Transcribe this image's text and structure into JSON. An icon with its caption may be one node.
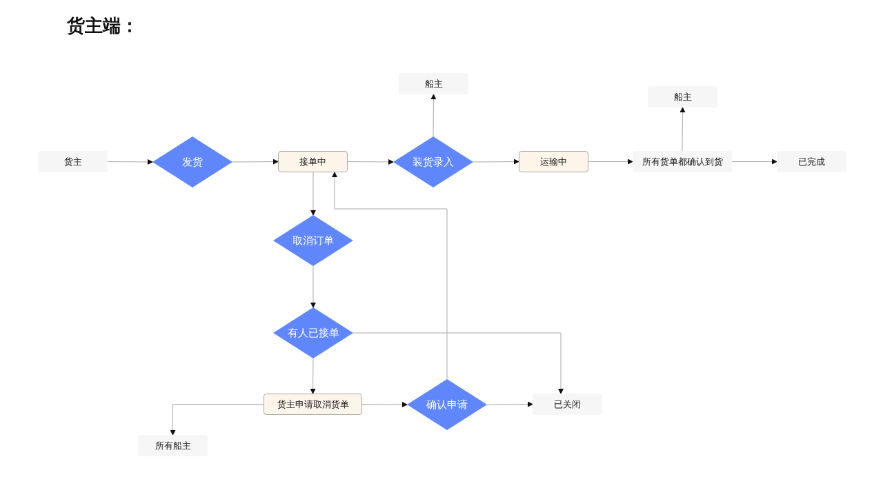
{
  "diagram": {
    "title": "货主端：",
    "nodes": [
      {
        "text": [
          "货主"
        ]
      },
      {
        "text": [
          "发货"
        ]
      },
      {
        "text": [
          "接单中"
        ]
      },
      {
        "text": [
          "装货录入"
        ]
      },
      {
        "text": [
          "船主"
        ]
      },
      {
        "text": [
          "运输中"
        ]
      },
      {
        "text": [
          "所有货单都确认到货"
        ]
      },
      {
        "text": [
          "船主"
        ]
      },
      {
        "text": [
          "已完成"
        ]
      },
      {
        "text": [
          "取消订单"
        ]
      },
      {
        "text": [
          "有人已接单"
        ]
      },
      {
        "text": [
          "货主申请取消货单"
        ]
      },
      {
        "text": [
          "确认申请"
        ]
      },
      {
        "text": [
          "已关闭"
        ]
      },
      {
        "text": [
          "所有船主"
        ]
      }
    ],
    "edges": [
      {
        "from": 0,
        "to": 1,
        "arrow": "to"
      },
      {
        "from": 1,
        "to": 2,
        "arrow": "to"
      },
      {
        "from": 2,
        "to": 3,
        "arrow": "to"
      },
      {
        "from": 3,
        "to": 4,
        "arrow": "to"
      },
      {
        "from": 3,
        "to": 5,
        "arrow": "to"
      },
      {
        "from": 5,
        "to": 6,
        "arrow": "to"
      },
      {
        "from": 6,
        "to": 7,
        "arrow": "to"
      },
      {
        "from": 6,
        "to": 8,
        "arrow": "to"
      },
      {
        "from": 2,
        "to": 9,
        "arrow": "to"
      },
      {
        "from": 9,
        "to": 10,
        "arrow": "to"
      },
      {
        "from": 10,
        "to": 13,
        "arrow": "to"
      },
      {
        "from": 10,
        "to": 11,
        "arrow": "to"
      },
      {
        "from": 11,
        "to": 14,
        "arrow": "to"
      },
      {
        "from": 11,
        "to": 12,
        "arrow": "to"
      },
      {
        "from": 12,
        "to": 13,
        "arrow": "to"
      },
      {
        "from": 12,
        "to": 2,
        "arrow": "to"
      }
    ]
  }
}
